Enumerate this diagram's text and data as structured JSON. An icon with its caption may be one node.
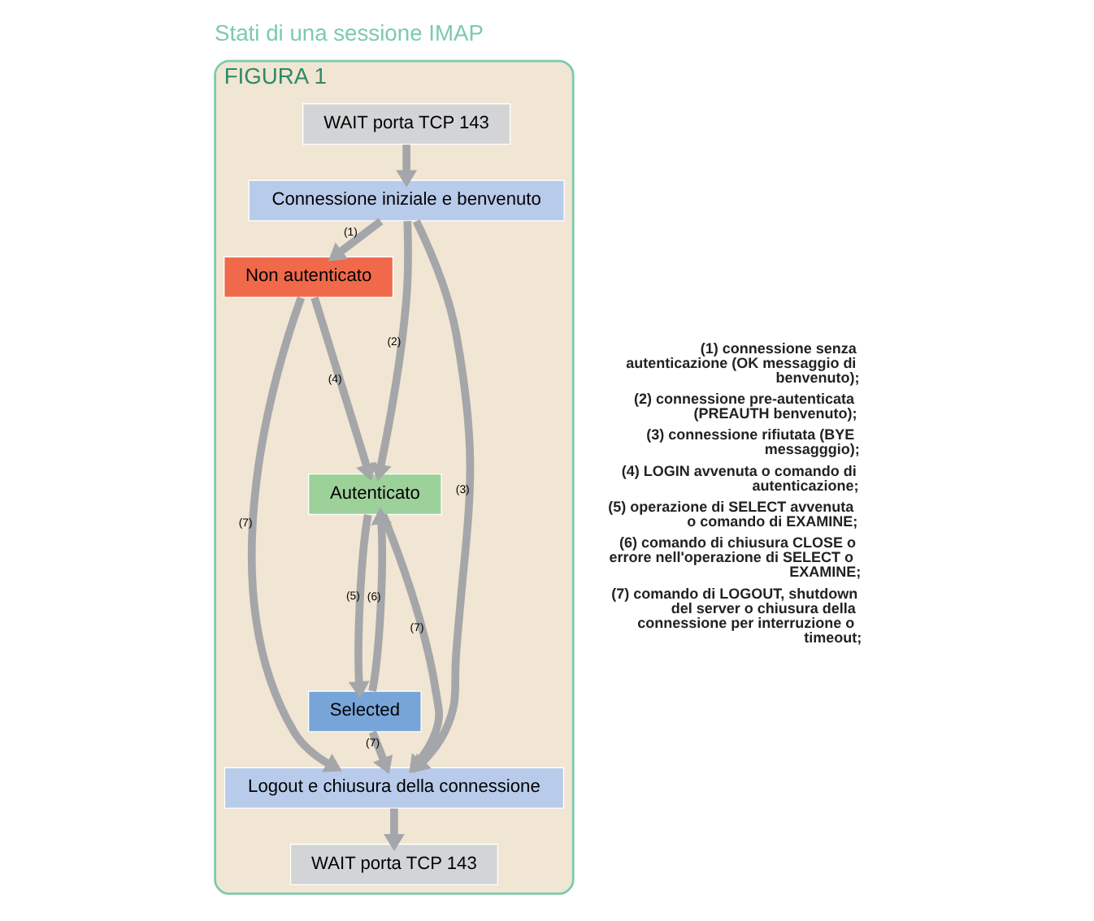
{
  "diagram": {
    "title": "Stati di una sessione IMAP",
    "nodes": [
      {
        "text": [
          "FIGURA 1"
        ]
      },
      {
        "text": [
          "WAIT porta TCP 143"
        ],
        "in": 0
      },
      {
        "text": [
          "Connessione iniziale e benvenuto"
        ],
        "in": 0
      },
      {
        "text": [
          "Non autenticato"
        ],
        "in": 0
      },
      {
        "text": [
          "Autenticato"
        ],
        "in": 0
      },
      {
        "text": [
          "Selected"
        ],
        "in": 0
      },
      {
        "text": [
          "Logout e chiusura della connessione"
        ],
        "in": 0
      },
      {
        "text": [
          "WAIT porta TCP 143"
        ],
        "in": 0
      }
    ],
    "edges": [
      {
        "from": 1,
        "to": 2,
        "arrow": "to"
      },
      {
        "from": 2,
        "to": 3,
        "arrow": "to",
        "label": "(1)"
      },
      {
        "from": 2,
        "to": 4,
        "arrow": "to",
        "label": "(2)"
      },
      {
        "from": 2,
        "to": 6,
        "arrow": "to",
        "label": "(3)"
      },
      {
        "from": 3,
        "to": 6,
        "arrow": "to",
        "label": "(7)"
      },
      {
        "from": 3,
        "to": 4,
        "arrow": "to",
        "label": "(4)"
      },
      {
        "from": 4,
        "to": 6,
        "arrow": "to",
        "label": "(7)"
      },
      {
        "from": 4,
        "to": 5,
        "arrow": "to",
        "label": "(5)"
      },
      {
        "from": 5,
        "to": 4,
        "arrow": "to",
        "label": "(6)"
      },
      {
        "from": 5,
        "to": 6,
        "arrow": "to",
        "label": "(7)"
      },
      {
        "from": 6,
        "to": 7,
        "arrow": "to"
      }
    ],
    "labels": [
      "(1) connessione senza autenticazione (OK messaggio di benvenuto);",
      "(2) connessione pre-autenticata (PREAUTH benvenuto);",
      "(3) connessione rifiutata (BYE messagggio);",
      "(4) LOGIN avvenuta o comando di autenticazione;",
      "(5) operazione di SELECT avvenuta o comando di EXAMINE;",
      "(6) comando di chiusura CLOSE o errore nell'operazione di SELECT o EXAMINE;",
      "(7) comando di LOGOUT, shutdown del server o chiusura della connessione per interruzione o timeout;"
    ]
  }
}
